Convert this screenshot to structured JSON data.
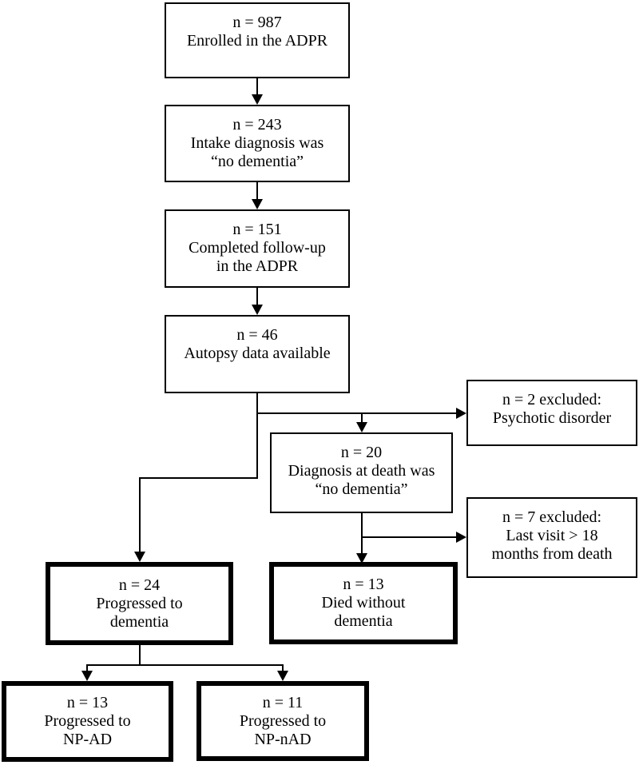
{
  "diagram_type": "study-flowchart",
  "colors": {
    "background": "#ffffff",
    "line": "#000000",
    "text": "#000000"
  },
  "boxes": {
    "enrolled": {
      "line1": "n = 987",
      "line2": "Enrolled in the ADPR"
    },
    "intake": {
      "line1": "n = 243",
      "line2": "Intake diagnosis was",
      "line3": "“no dementia”"
    },
    "followup": {
      "line1": "n = 151",
      "line2": "Completed follow-up",
      "line3": "in the ADPR"
    },
    "autopsy": {
      "line1": "n = 46",
      "line2": "Autopsy data available"
    },
    "excluded_psychotic": {
      "line1": "n = 2 excluded:",
      "line2": "Psychotic disorder"
    },
    "death_no_dementia": {
      "line1": "n = 20",
      "line2": "Diagnosis at death was",
      "line3": "“no dementia”"
    },
    "excluded_last_visit": {
      "line1": "n = 7 excluded:",
      "line2": "Last visit > 18",
      "line3": "months from death"
    },
    "progressed_dementia": {
      "line1": "n = 24",
      "line2": "Progressed to",
      "line3": "dementia"
    },
    "died_without_dementia": {
      "line1": "n = 13",
      "line2": "Died without",
      "line3": "dementia"
    },
    "np_ad": {
      "line1": "n = 13",
      "line2": "Progressed to",
      "line3": "NP-AD"
    },
    "np_nad": {
      "line1": "n = 11",
      "line2": "Progressed to",
      "line3": "NP-nAD"
    }
  },
  "edges": [
    {
      "from": "enrolled",
      "to": "intake"
    },
    {
      "from": "intake",
      "to": "followup"
    },
    {
      "from": "followup",
      "to": "autopsy"
    },
    {
      "from": "autopsy",
      "to": "excluded_psychotic"
    },
    {
      "from": "autopsy",
      "to": "death_no_dementia"
    },
    {
      "from": "autopsy",
      "to": "progressed_dementia"
    },
    {
      "from": "death_no_dementia",
      "to": "excluded_last_visit"
    },
    {
      "from": "death_no_dementia",
      "to": "died_without_dementia"
    },
    {
      "from": "progressed_dementia",
      "to": "np_ad"
    },
    {
      "from": "progressed_dementia",
      "to": "np_nad"
    }
  ]
}
